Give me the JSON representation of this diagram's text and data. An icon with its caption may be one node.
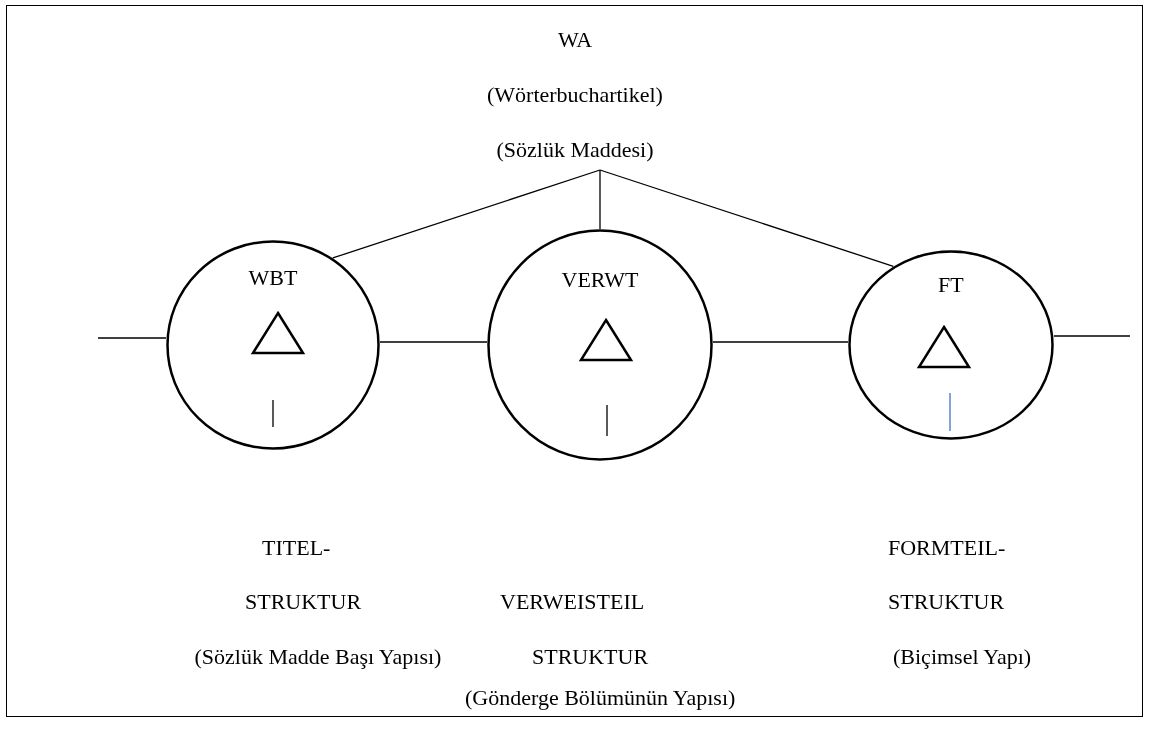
{
  "diagram": {
    "nodes": [
      {
        "text": [
          "WA",
          "(Wörterbuchartikel)",
          "(Sözlük Maddesi)"
        ]
      },
      {
        "text": [
          "WBT"
        ],
        "beside": [
          "TITEL-",
          "STRUKTUR",
          "(Sözlük Madde Başı Yapısı)"
        ]
      },
      {
        "text": [
          "VERWT"
        ],
        "beside": [
          "VERWEISTEIL",
          "STRUKTUR",
          "(Gönderge Bölümünün Yapısı)"
        ]
      },
      {
        "text": [
          "FT"
        ],
        "beside": [
          "FORMTEIL-",
          "STRUKTUR",
          "(Biçimsel Yapı)"
        ]
      }
    ],
    "edges": [
      {
        "from": 0,
        "to": 1,
        "arrow": "none"
      },
      {
        "from": 0,
        "to": 2,
        "arrow": "none"
      },
      {
        "from": 0,
        "to": 3,
        "arrow": "none"
      },
      {
        "from": null,
        "to": 1,
        "arrow": "none"
      },
      {
        "from": 1,
        "to": 2,
        "arrow": "none"
      },
      {
        "from": 2,
        "to": 3,
        "arrow": "none"
      },
      {
        "from": 3,
        "to": null,
        "arrow": "none"
      }
    ]
  }
}
